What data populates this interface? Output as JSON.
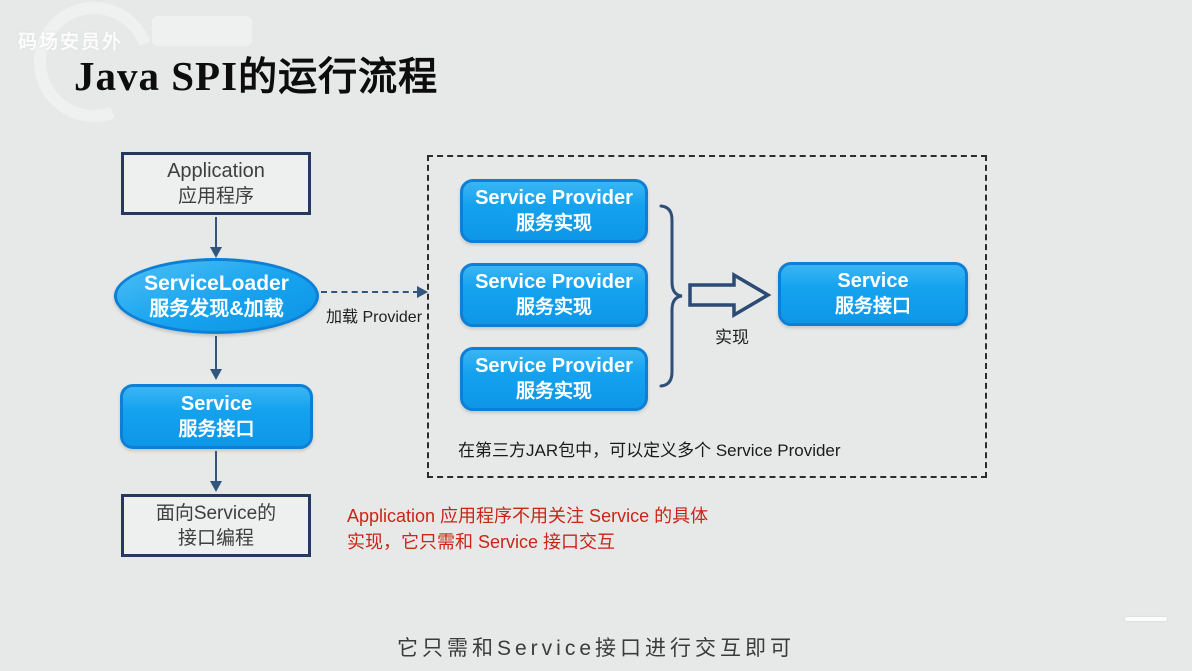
{
  "watermark": "码场安员外",
  "title": {
    "latin": "Java SPI",
    "zh": "的运行流程"
  },
  "flow": {
    "application": {
      "line1": "Application",
      "line2": "应用程序"
    },
    "service_loader": {
      "line1": "ServiceLoader",
      "line2": "服务发现&加载"
    },
    "load_provider_label": "加载 Provider",
    "service_interface": {
      "line1": "Service",
      "line2": "服务接口"
    },
    "interface_programming": {
      "line1": "面向Service的",
      "line2": "接口编程"
    }
  },
  "provider_group": {
    "providers": [
      {
        "line1": "Service Provider",
        "line2": "服务实现"
      },
      {
        "line1": "Service Provider",
        "line2": "服务实现"
      },
      {
        "line1": "Service Provider",
        "line2": "服务实现"
      }
    ],
    "implements_label": "实现",
    "service_interface": {
      "line1": "Service",
      "line2": "服务接口"
    },
    "note": "在第三方JAR包中，可以定义多个 Service Provider"
  },
  "annotation": {
    "line1": "Application 应用程序不用关注 Service 的具体",
    "line2": "实现，它只需和 Service 接口交互"
  },
  "caption": "它只需和Service接口进行交互即可",
  "colors": {
    "background": "#e7e9e8",
    "accent_blue": "#14a2ef",
    "blue_border": "#0d7fd6",
    "navy_border": "#25395e",
    "arrow": "#32567d",
    "annotation_red": "#cb2418"
  }
}
